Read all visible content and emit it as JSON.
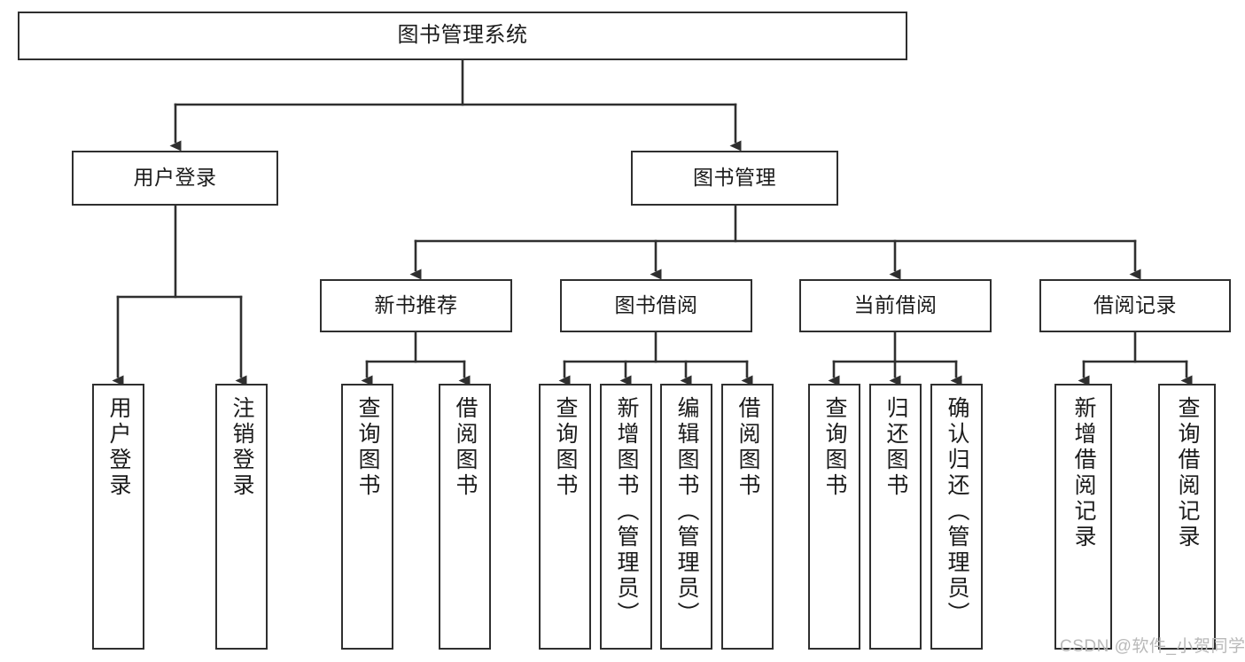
{
  "diagram": {
    "type": "tree-hierarchy",
    "title": "图书管理系统",
    "watermark": "CSDN @软件_小贺同学",
    "colors": {
      "node_border": "#2f2f2f",
      "node_fill": "#ffffff",
      "edge": "#2f2f2f",
      "text": "#1b1b1b",
      "watermark": "#b9b9b9",
      "background": "#ffffff"
    },
    "levels": {
      "root": {
        "label": "图书管理系统"
      },
      "level2": [
        {
          "label": "用户登录"
        },
        {
          "label": "图书管理"
        }
      ],
      "level3": [
        {
          "label": "新书推荐"
        },
        {
          "label": "图书借阅"
        },
        {
          "label": "当前借阅"
        },
        {
          "label": "借阅记录"
        }
      ],
      "leaves": {
        "user_login": [
          {
            "label": "用户登录"
          },
          {
            "label": "注销登录"
          }
        ],
        "new_book_recommend": [
          {
            "label": "查询图书"
          },
          {
            "label": "借阅图书"
          }
        ],
        "book_borrow": [
          {
            "label": "查询图书"
          },
          {
            "label": "新增图书（管理员）"
          },
          {
            "label": "编辑图书（管理员）"
          },
          {
            "label": "借阅图书"
          }
        ],
        "current_borrow": [
          {
            "label": "查询图书"
          },
          {
            "label": "归还图书"
          },
          {
            "label": "确认归还（管理员）"
          }
        ],
        "borrow_record": [
          {
            "label": "新增借阅记录"
          },
          {
            "label": "查询借阅记录"
          }
        ]
      }
    }
  }
}
